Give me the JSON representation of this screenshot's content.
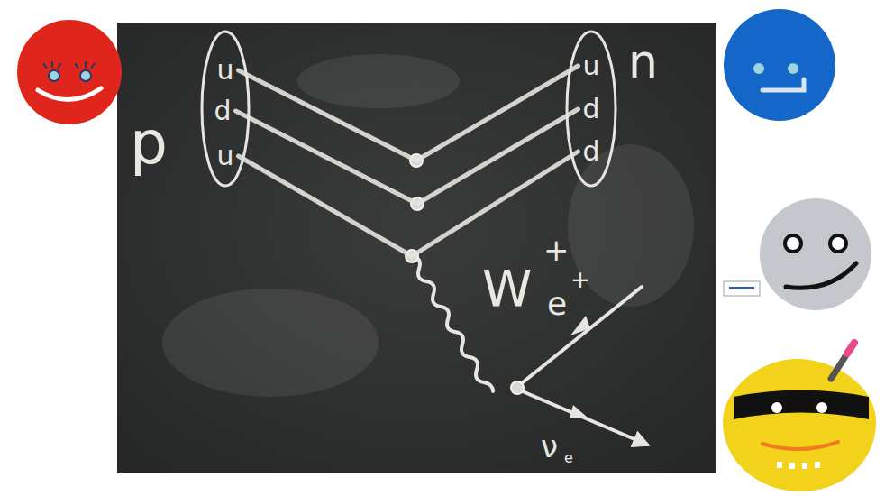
{
  "diagram": {
    "nodes": [
      {
        "text": [
          "p"
        ]
      },
      {
        "text": [
          "u"
        ],
        "in": 0
      },
      {
        "text": [
          "d"
        ],
        "in": 0
      },
      {
        "text": [
          "u"
        ],
        "in": 0
      },
      {
        "text": [
          "n"
        ]
      },
      {
        "text": [
          "u"
        ],
        "in": 4
      },
      {
        "text": [
          "d"
        ],
        "in": 4
      },
      {
        "text": [
          "d"
        ],
        "in": 4
      }
    ],
    "edges": [
      {
        "from": 1,
        "to": 5,
        "arrow": "none"
      },
      {
        "from": 2,
        "to": 6,
        "arrow": "none"
      },
      {
        "from": 3,
        "to": 7,
        "arrow": "none"
      }
    ],
    "labels": [
      "W",
      "+",
      "e",
      "+",
      "ν",
      "e"
    ]
  }
}
